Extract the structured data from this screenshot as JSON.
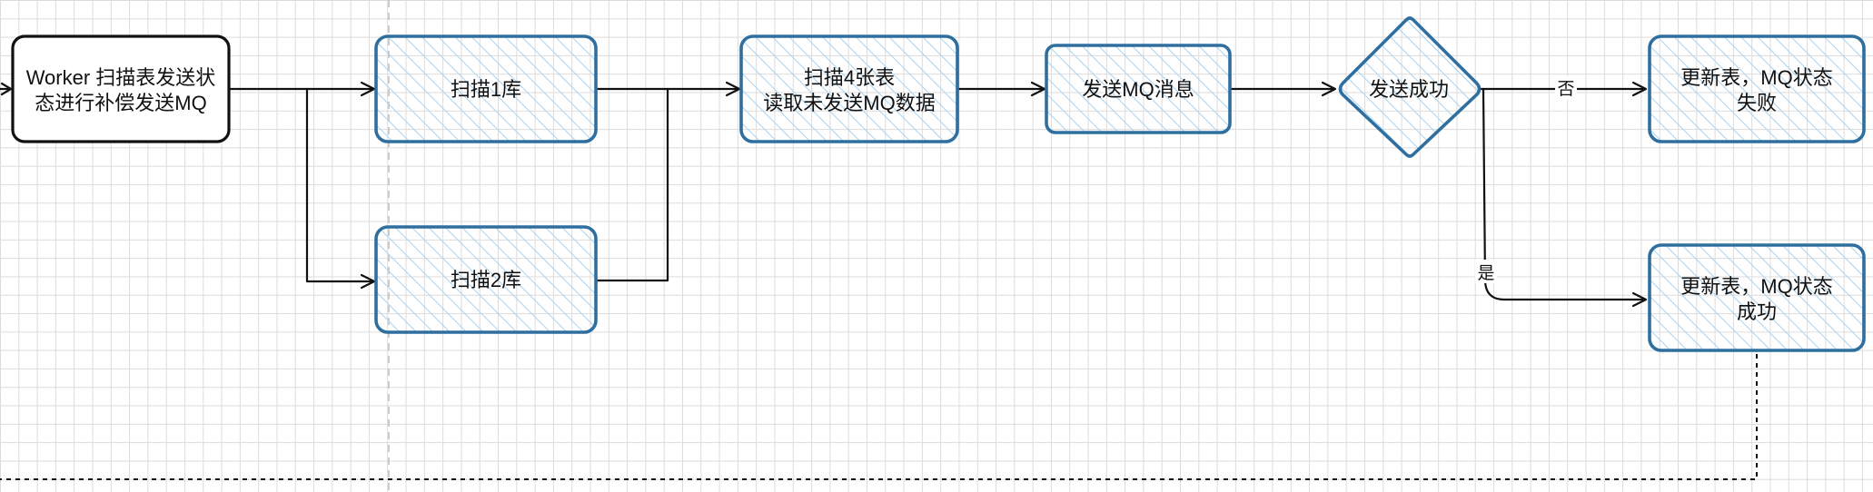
{
  "diagram": {
    "nodes": {
      "worker": {
        "lines": [
          "Worker 扫描表发送状",
          "态进行补偿发送MQ"
        ]
      },
      "scan1": {
        "lines": [
          "扫描1库"
        ]
      },
      "scan2": {
        "lines": [
          "扫描2库"
        ]
      },
      "scan4": {
        "lines": [
          "扫描4张表",
          "读取未发送MQ数据"
        ]
      },
      "send_mq": {
        "lines": [
          "发送MQ消息"
        ]
      },
      "decision": {
        "lines": [
          "发送成功"
        ]
      },
      "fail": {
        "lines": [
          "更新表，MQ状态",
          "失败"
        ]
      },
      "success": {
        "lines": [
          "更新表，MQ状态",
          "成功"
        ]
      }
    },
    "edge_labels": {
      "no": "否",
      "yes": "是"
    },
    "colors": {
      "process_stroke": "#2f6f9f",
      "process_hatch": "#a8d4f0",
      "start_stroke": "#111111",
      "line": "#111111"
    }
  }
}
